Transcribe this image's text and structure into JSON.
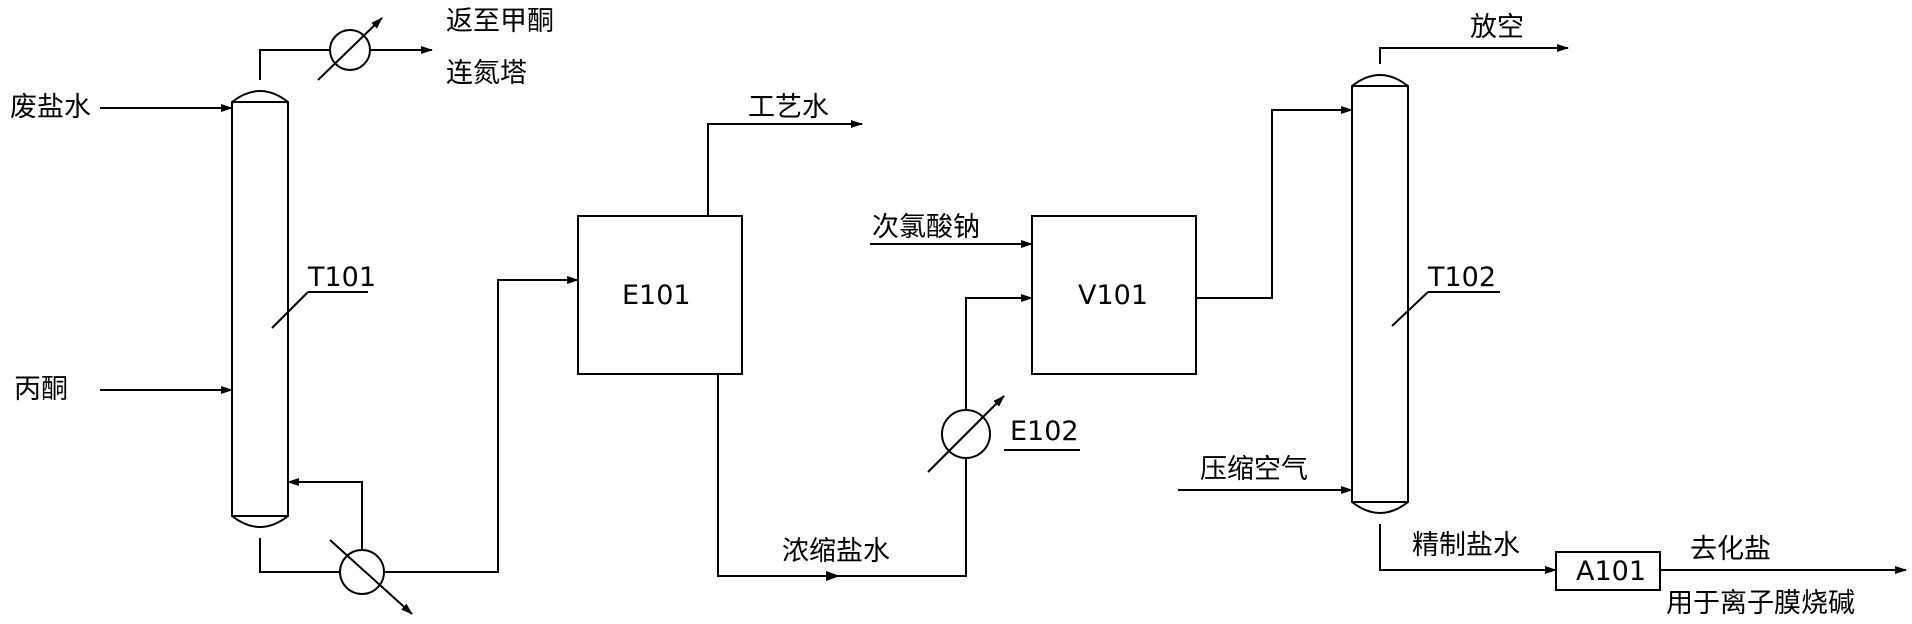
{
  "streams": {
    "waste_brine": "废盐水",
    "acetone": "丙酮",
    "return_line1": "返至甲酮",
    "return_line2": "连氮塔",
    "process_water": "工艺水",
    "sodium_hypochlorite": "次氯酸钠",
    "concentrated_brine": "浓缩盐水",
    "vent": "放空",
    "compressed_air": "压缩空气",
    "refined_brine": "精制盐水",
    "to_salt_line1": "去化盐",
    "to_salt_line2": "用于离子膜烧碱"
  },
  "equipment": {
    "t101": "T101",
    "e101": "E101",
    "v101": "V101",
    "e102": "E102",
    "t102": "T102",
    "a101": "A101"
  }
}
